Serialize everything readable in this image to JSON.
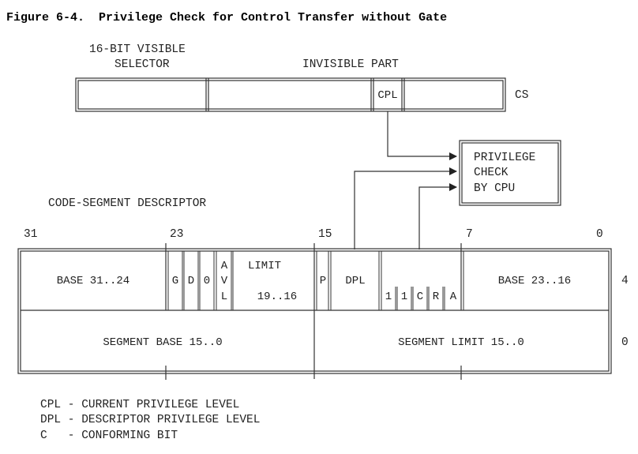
{
  "title": "Figure 6-4.  Privilege Check for Control Transfer without Gate",
  "selector": {
    "label_line1": "16-BIT VISIBLE",
    "label_line2": "SELECTOR",
    "invisible_label": "INVISIBLE PART",
    "cpl_field": "CPL",
    "register_name": "CS"
  },
  "privilege_check": {
    "line1": "PRIVILEGE",
    "line2": "CHECK",
    "line3": "BY CPU"
  },
  "descriptor": {
    "heading": "CODE-SEGMENT DESCRIPTOR",
    "bit_numbers": [
      "31",
      "23",
      "15",
      "7",
      "0"
    ],
    "upper_word": {
      "base_hi": "BASE 31..24",
      "g": "G",
      "d": "D",
      "zero": "0",
      "avl": [
        "A",
        "V",
        "L"
      ],
      "limit_line1": "LIMIT",
      "limit_line2": "19..16",
      "p": "P",
      "dpl": "DPL",
      "type_bits": [
        "1",
        "1",
        "C",
        "R",
        "A"
      ],
      "base_mid": "BASE 23..16",
      "offset": "4"
    },
    "lower_word": {
      "base_lo": "SEGMENT BASE 15..0",
      "limit_lo": "SEGMENT LIMIT 15..0",
      "offset": "0"
    }
  },
  "legend": [
    "CPL - CURRENT PRIVILEGE LEVEL",
    "DPL - DESCRIPTOR PRIVILEGE LEVEL",
    "C   - CONFORMING BIT"
  ]
}
